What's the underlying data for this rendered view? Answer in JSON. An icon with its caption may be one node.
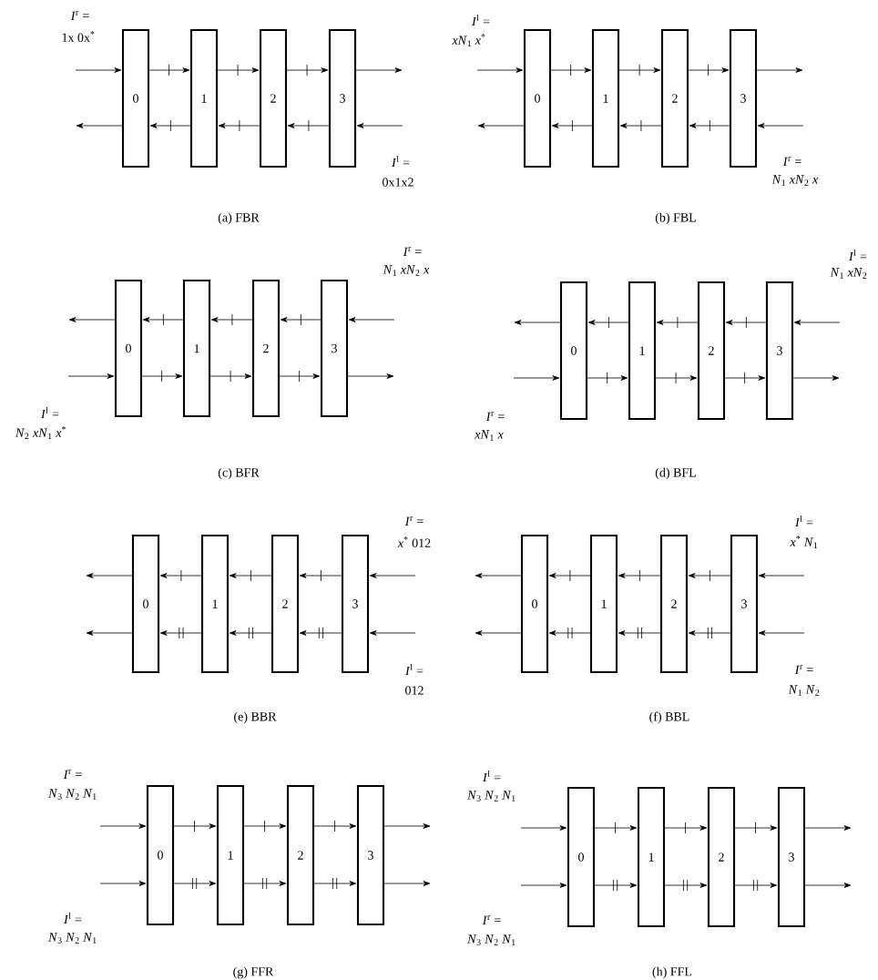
{
  "diagram": {
    "nodes": [
      {
        "text": [
          "0"
        ]
      },
      {
        "text": [
          "1"
        ]
      },
      {
        "text": [
          "2"
        ]
      },
      {
        "text": [
          "3"
        ]
      },
      {
        "text": [
          "0"
        ]
      },
      {
        "text": [
          "1"
        ]
      },
      {
        "text": [
          "2"
        ]
      },
      {
        "text": [
          "3"
        ]
      },
      {
        "text": [
          "0"
        ]
      },
      {
        "text": [
          "1"
        ]
      },
      {
        "text": [
          "2"
        ]
      },
      {
        "text": [
          "3"
        ]
      },
      {
        "text": [
          "0"
        ]
      },
      {
        "text": [
          "1"
        ]
      },
      {
        "text": [
          "2"
        ]
      },
      {
        "text": [
          "3"
        ]
      },
      {
        "text": [
          "0"
        ]
      },
      {
        "text": [
          "1"
        ]
      },
      {
        "text": [
          "2"
        ]
      },
      {
        "text": [
          "3"
        ]
      },
      {
        "text": [
          "0"
        ]
      },
      {
        "text": [
          "1"
        ]
      },
      {
        "text": [
          "2"
        ]
      },
      {
        "text": [
          "3"
        ]
      },
      {
        "text": [
          "0"
        ]
      },
      {
        "text": [
          "1"
        ]
      },
      {
        "text": [
          "2"
        ]
      },
      {
        "text": [
          "3"
        ]
      },
      {
        "text": [
          "0"
        ]
      },
      {
        "text": [
          "1"
        ]
      },
      {
        "text": [
          "2"
        ]
      },
      {
        "text": [
          "3"
        ]
      }
    ],
    "edges": [
      {
        "from": null,
        "to": 0,
        "arrow": "to"
      },
      {
        "from": 0,
        "to": 1,
        "arrow": "to"
      },
      {
        "from": 1,
        "to": 2,
        "arrow": "to"
      },
      {
        "from": 2,
        "to": 3,
        "arrow": "to"
      },
      {
        "from": 3,
        "to": null,
        "arrow": "to"
      },
      {
        "from": null,
        "to": 3,
        "arrow": "to"
      },
      {
        "from": 3,
        "to": 2,
        "arrow": "to"
      },
      {
        "from": 2,
        "to": 1,
        "arrow": "to"
      },
      {
        "from": 1,
        "to": 0,
        "arrow": "to"
      },
      {
        "from": 0,
        "to": null,
        "arrow": "to"
      },
      {
        "from": null,
        "to": 4,
        "arrow": "to"
      },
      {
        "from": 4,
        "to": 5,
        "arrow": "to"
      },
      {
        "from": 5,
        "to": 6,
        "arrow": "to"
      },
      {
        "from": 6,
        "to": 7,
        "arrow": "to"
      },
      {
        "from": 7,
        "to": null,
        "arrow": "to"
      },
      {
        "from": null,
        "to": 7,
        "arrow": "to"
      },
      {
        "from": 7,
        "to": 6,
        "arrow": "to"
      },
      {
        "from": 6,
        "to": 5,
        "arrow": "to"
      },
      {
        "from": 5,
        "to": 4,
        "arrow": "to"
      },
      {
        "from": 4,
        "to": null,
        "arrow": "to"
      },
      {
        "from": null,
        "to": 11,
        "arrow": "to"
      },
      {
        "from": 11,
        "to": 10,
        "arrow": "to"
      },
      {
        "from": 10,
        "to": 9,
        "arrow": "to"
      },
      {
        "from": 9,
        "to": 8,
        "arrow": "to"
      },
      {
        "from": 8,
        "to": null,
        "arrow": "to"
      },
      {
        "from": null,
        "to": 8,
        "arrow": "to"
      },
      {
        "from": 8,
        "to": 9,
        "arrow": "to"
      },
      {
        "from": 9,
        "to": 10,
        "arrow": "to"
      },
      {
        "from": 10,
        "to": 11,
        "arrow": "to"
      },
      {
        "from": 11,
        "to": null,
        "arrow": "to"
      },
      {
        "from": null,
        "to": 15,
        "arrow": "to"
      },
      {
        "from": 15,
        "to": 14,
        "arrow": "to"
      },
      {
        "from": 14,
        "to": 13,
        "arrow": "to"
      },
      {
        "from": 13,
        "to": 12,
        "arrow": "to"
      },
      {
        "from": 12,
        "to": null,
        "arrow": "to"
      },
      {
        "from": null,
        "to": 12,
        "arrow": "to"
      },
      {
        "from": 12,
        "to": 13,
        "arrow": "to"
      },
      {
        "from": 13,
        "to": 14,
        "arrow": "to"
      },
      {
        "from": 14,
        "to": 15,
        "arrow": "to"
      },
      {
        "from": 15,
        "to": null,
        "arrow": "to"
      },
      {
        "from": null,
        "to": 19,
        "arrow": "to"
      },
      {
        "from": 19,
        "to": 18,
        "arrow": "to"
      },
      {
        "from": 18,
        "to": 17,
        "arrow": "to"
      },
      {
        "from": 17,
        "to": 16,
        "arrow": "to"
      },
      {
        "from": 16,
        "to": null,
        "arrow": "to"
      },
      {
        "from": null,
        "to": 19,
        "arrow": "to"
      },
      {
        "from": 19,
        "to": 18,
        "arrow": "to"
      },
      {
        "from": 18,
        "to": 17,
        "arrow": "to"
      },
      {
        "from": 17,
        "to": 16,
        "arrow": "to"
      },
      {
        "from": 16,
        "to": null,
        "arrow": "to"
      },
      {
        "from": null,
        "to": 23,
        "arrow": "to"
      },
      {
        "from": 23,
        "to": 22,
        "arrow": "to"
      },
      {
        "from": 22,
        "to": 21,
        "arrow": "to"
      },
      {
        "from": 21,
        "to": 20,
        "arrow": "to"
      },
      {
        "from": 20,
        "to": null,
        "arrow": "to"
      },
      {
        "from": null,
        "to": 23,
        "arrow": "to"
      },
      {
        "from": 23,
        "to": 22,
        "arrow": "to"
      },
      {
        "from": 22,
        "to": 21,
        "arrow": "to"
      },
      {
        "from": 21,
        "to": 20,
        "arrow": "to"
      },
      {
        "from": 20,
        "to": null,
        "arrow": "to"
      },
      {
        "from": null,
        "to": 24,
        "arrow": "to"
      },
      {
        "from": 24,
        "to": 25,
        "arrow": "to"
      },
      {
        "from": 25,
        "to": 26,
        "arrow": "to"
      },
      {
        "from": 26,
        "to": 27,
        "arrow": "to"
      },
      {
        "from": 27,
        "to": null,
        "arrow": "to"
      },
      {
        "from": null,
        "to": 24,
        "arrow": "to"
      },
      {
        "from": 24,
        "to": 25,
        "arrow": "to"
      },
      {
        "from": 25,
        "to": 26,
        "arrow": "to"
      },
      {
        "from": 26,
        "to": 27,
        "arrow": "to"
      },
      {
        "from": 27,
        "to": null,
        "arrow": "to"
      },
      {
        "from": null,
        "to": 28,
        "arrow": "to"
      },
      {
        "from": 28,
        "to": 29,
        "arrow": "to"
      },
      {
        "from": 29,
        "to": 30,
        "arrow": "to"
      },
      {
        "from": 30,
        "to": 31,
        "arrow": "to"
      },
      {
        "from": 31,
        "to": null,
        "arrow": "to"
      },
      {
        "from": null,
        "to": 28,
        "arrow": "to"
      },
      {
        "from": 28,
        "to": 29,
        "arrow": "to"
      },
      {
        "from": 29,
        "to": 30,
        "arrow": "to"
      },
      {
        "from": 30,
        "to": 31,
        "arrow": "to"
      },
      {
        "from": 31,
        "to": null,
        "arrow": "to"
      }
    ],
    "labels": [
      "*I*$^{r}$ =",
      "1x 0x$^{*}$",
      "*I*$^{l}$ =",
      "0x1x2",
      "(a) FBR",
      "*I*$^{l}$ =",
      "*xN*$_{1}$ *x*$^{*}$",
      "*I*$^{r}$ =",
      "*N*$_{1}$ *xN*$_{2}$ *x*",
      "(b) FBL",
      "*I*$^{r}$ =",
      "*N*$_{1}$ *xN*$_{2}$ *x*",
      "*I*$^{l}$ =",
      "*N*$_{2}$ *xN*$_{1}$ *x*$^{*}$",
      "(c) BFR",
      "*I*$^{l}$ =",
      "*N*$_{1}$ *xN*$_{2}$",
      "*I*$^{r}$ =",
      "*xN*$_{1}$ *x*",
      "(d) BFL",
      "*I*$^{r}$ =",
      "*x*$^{*}$ 012",
      "*I*$^{l}$ =",
      "012",
      "(e) BBR",
      "*I*$^{l}$ =",
      "*x*$^{*}$ *N*$_{1}$",
      "*I*$^{r}$ =",
      "*N*$_{1}$ *N*$_{2}$",
      "(f) BBL",
      "*I*$^{r}$ =",
      "*N*$_{3}$ *N*$_{2}$ *N*$_{1}$",
      "*I*$^{l}$ =",
      "*N*$_{3}$ *N*$_{2}$ *N*$_{1}$",
      "(g) FFR",
      "*I*$^{l}$ =",
      "*N*$_{3}$ *N*$_{2}$ *N*$_{1}$",
      "*I*$^{r}$ =",
      "*N*$_{3}$ *N*$_{2}$ *N*$_{1}$",
      "(h) FFL"
    ]
  }
}
